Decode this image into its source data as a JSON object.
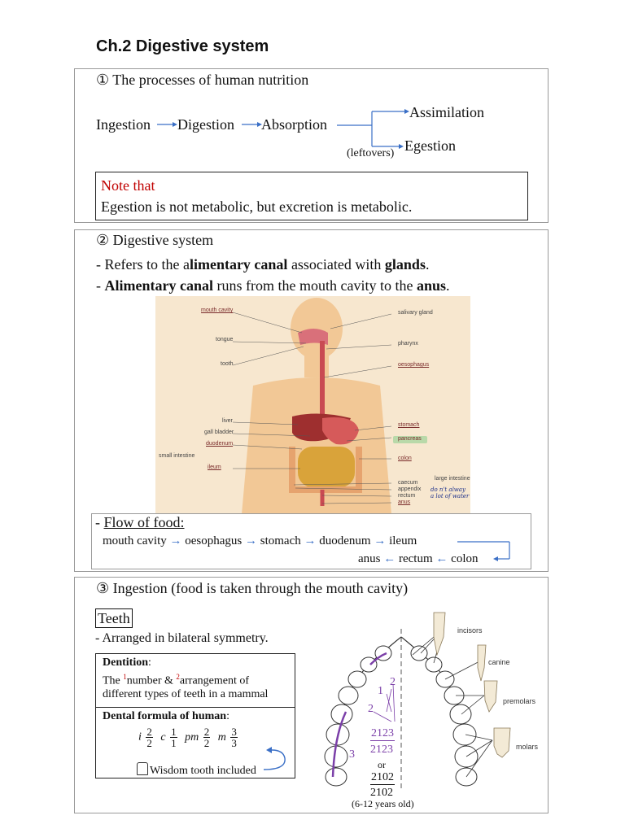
{
  "title": "Ch.2 Digestive system",
  "section1": {
    "heading": "① The processes of human nutrition",
    "ingestion": "Ingestion",
    "digestion": "Digestion",
    "absorption": "Absorption",
    "assimilation": "Assimilation",
    "egestion": "Egestion",
    "leftovers": "(leftovers)",
    "note_title": "Note that",
    "note_text": "Egestion is not metabolic, but excretion is metabolic."
  },
  "section2": {
    "heading": "② Digestive system",
    "line1_pre": "- Refers to the a",
    "line1_bold1": "limentary canal",
    "line1_mid": " associated with ",
    "line1_bold2": "glands",
    "line1_end": ".",
    "line2_pre": "- ",
    "line2_bold1": "Alimentary canal",
    "line2_mid": " runs from the mouth cavity to the ",
    "line2_bold2": "anus",
    "line2_end": ".",
    "diagram_labels_left": [
      "mouth cavity",
      "tongue",
      "tooth",
      "liver",
      "gall bladder",
      "duodenum",
      "small intestine",
      "ileum"
    ],
    "diagram_labels_right": [
      "salivary gland",
      "pharynx",
      "oesophagus",
      "stomach",
      "pancreas",
      "colon",
      "caecum",
      "appendix",
      "rectum",
      "anus",
      "large intestine"
    ],
    "handwritten": "do n't alway a lot of water",
    "flow_title": "Flow of food:",
    "flow_row1": [
      "mouth cavity",
      "oesophagus",
      "stomach",
      "duodenum",
      "ileum"
    ],
    "flow_row2": [
      "anus",
      "rectum",
      "colon"
    ]
  },
  "section3": {
    "heading": "③ Ingestion (food is taken through the mouth cavity)",
    "teeth_label": "Teeth",
    "teeth_line": "- Arranged in bilateral symmetry.",
    "dentition_label": "Dentition",
    "dentition_colon": ":",
    "dentition_text1": "The ",
    "sup1": "1",
    "dentition_number": "number & ",
    "sup2": "2",
    "dentition_text2": "arrangement of",
    "dentition_text3": "different types of teeth in a mammal",
    "formula_label": "Dental formula of human",
    "formula_colon": ":",
    "formula": {
      "i": "i",
      "i_top": "2",
      "i_bot": "2",
      "c": "c",
      "c_top": "1",
      "c_bot": "1",
      "pm": "pm",
      "pm_top": "2",
      "pm_bot": "2",
      "m": "m",
      "m_top": "3",
      "m_bot": "3"
    },
    "wisdom": "Wisdom tooth included",
    "tooth_types": [
      "incisors",
      "canine",
      "premolars",
      "molars"
    ],
    "purple_nums": [
      "1",
      "2",
      "2",
      "3"
    ],
    "adult_formula_top": "2123",
    "adult_formula_bot": "2123",
    "or": "or",
    "child_formula_top": "2102",
    "child_formula_bot": "2102",
    "child_note": "(6-12 years old)"
  },
  "colors": {
    "accent_blue": "#3a6fc6",
    "note_red": "#c00000",
    "purple": "#7b3fa8"
  }
}
